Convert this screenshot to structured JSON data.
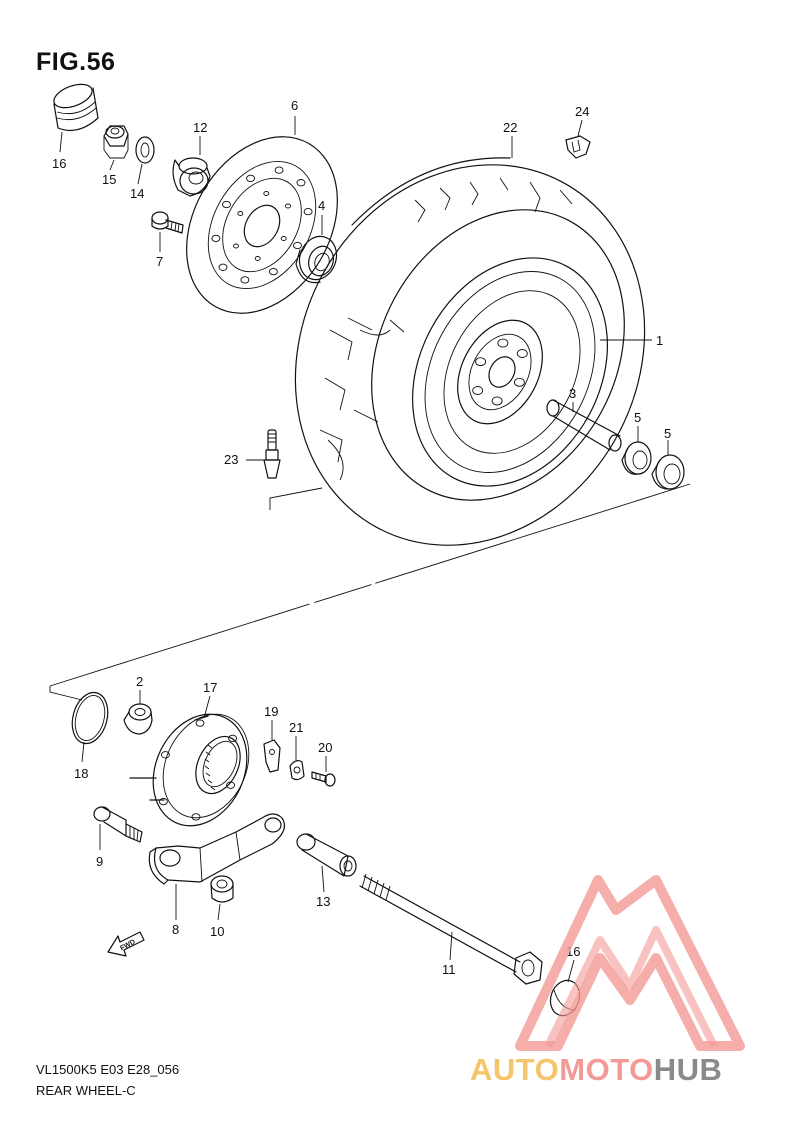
{
  "figure": {
    "title": "FIG.56",
    "code": "VL1500K5 E03 E28_056",
    "name": "REAR WHEEL-C"
  },
  "direction_label": "FWD",
  "callouts": [
    {
      "id": "c1",
      "num": "1"
    },
    {
      "id": "c2",
      "num": "2"
    },
    {
      "id": "c3",
      "num": "3"
    },
    {
      "id": "c4",
      "num": "4"
    },
    {
      "id": "c5a",
      "num": "5"
    },
    {
      "id": "c5b",
      "num": "5"
    },
    {
      "id": "c6",
      "num": "6"
    },
    {
      "id": "c7",
      "num": "7"
    },
    {
      "id": "c8",
      "num": "8"
    },
    {
      "id": "c9",
      "num": "9"
    },
    {
      "id": "c10",
      "num": "10"
    },
    {
      "id": "c11",
      "num": "11"
    },
    {
      "id": "c12",
      "num": "12"
    },
    {
      "id": "c13",
      "num": "13"
    },
    {
      "id": "c14",
      "num": "14"
    },
    {
      "id": "c15",
      "num": "15"
    },
    {
      "id": "c16a",
      "num": "16"
    },
    {
      "id": "c16b",
      "num": "16"
    },
    {
      "id": "c17",
      "num": "17"
    },
    {
      "id": "c18",
      "num": "18"
    },
    {
      "id": "c19",
      "num": "19"
    },
    {
      "id": "c20",
      "num": "20"
    },
    {
      "id": "c21",
      "num": "21"
    },
    {
      "id": "c22",
      "num": "22"
    },
    {
      "id": "c23",
      "num": "23"
    },
    {
      "id": "c24",
      "num": "24"
    }
  ],
  "watermark": {
    "part1": "AUTO",
    "part2": "MOTO",
    "part3": "HUB",
    "color1": "#f5c56b",
    "color2": "#f29a95",
    "color3": "#8a8a8a",
    "logo_color": "#f29a95"
  }
}
